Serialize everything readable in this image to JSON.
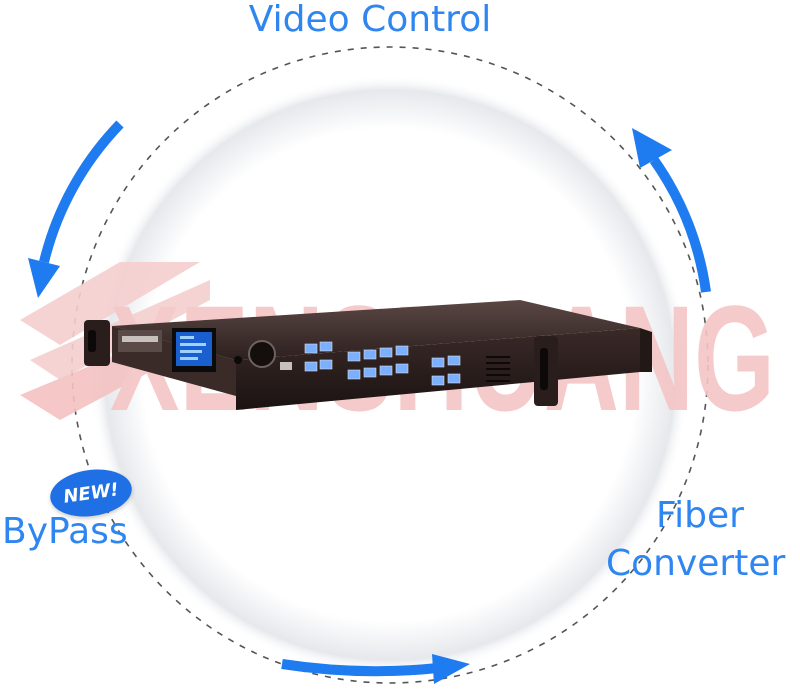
{
  "labels": {
    "top": "Video Control",
    "left": "ByPass",
    "right_line1": "Fiber",
    "right_line2": "Converter",
    "badge": "NEW!"
  },
  "watermark": "XENSHUANG",
  "colors": {
    "accent": "#2f86f0",
    "arrow": "#1f7bf0",
    "badge": "#1f6fe5",
    "dashed_circle": "#555555",
    "watermark": "#f6c9c9",
    "device_body": "#2a1e1c",
    "screen": "#1a5fd0"
  },
  "icons": [
    "dashed-cycle-circle",
    "curved-arrow",
    "video-processor-device"
  ]
}
